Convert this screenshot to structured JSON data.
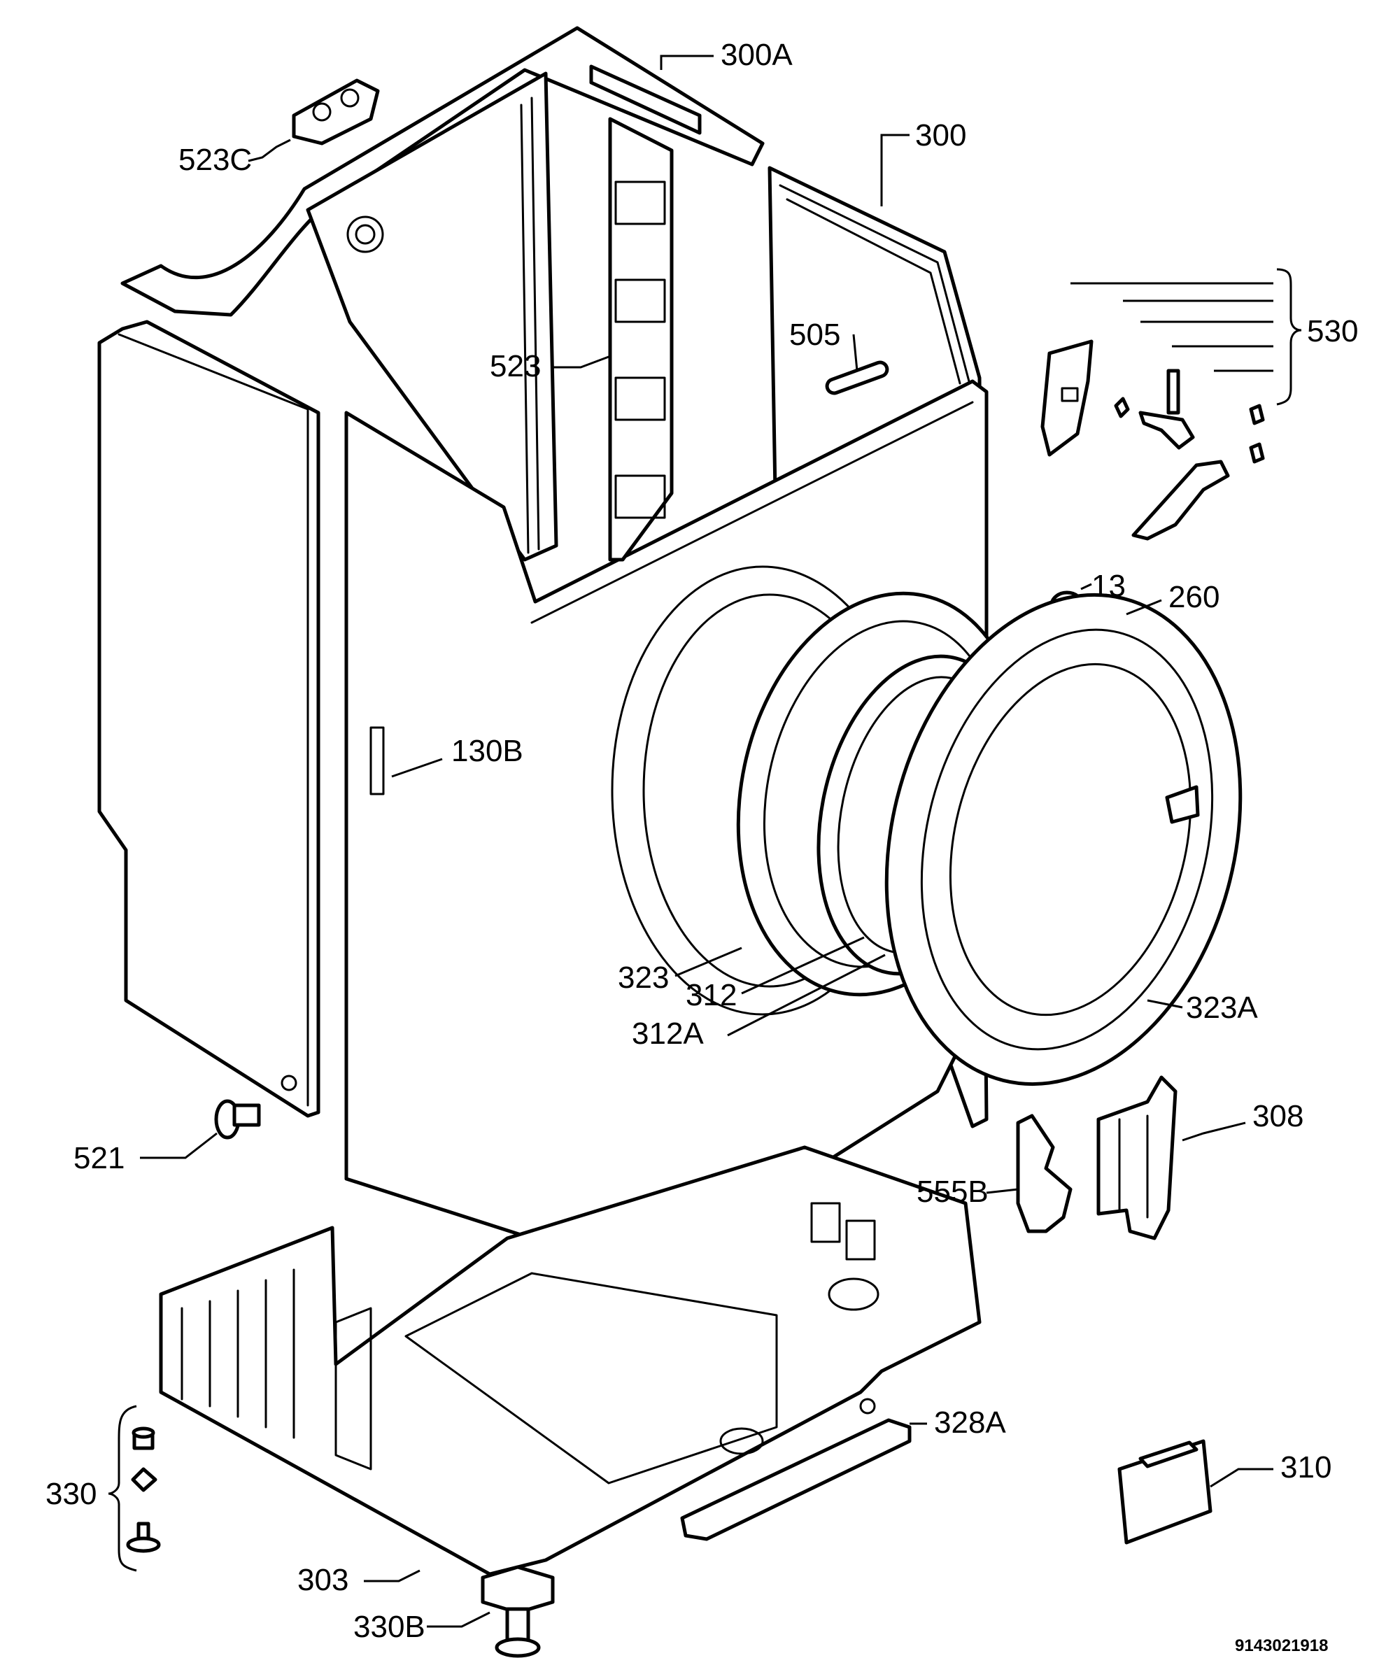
{
  "labels": {
    "l300A": "300A",
    "l300": "300",
    "l523C": "523C",
    "l505": "505",
    "l530": "530",
    "l523": "523",
    "l13": "13",
    "l260": "260",
    "l130B": "130B",
    "l323": "323",
    "l312": "312",
    "l312A": "312A",
    "l323A": "323A",
    "l308": "308",
    "l521": "521",
    "l555B": "555B",
    "l328A": "328A",
    "l310": "310",
    "l330": "330",
    "l303": "303",
    "l330B": "330B"
  },
  "drawing_code": "9143021918"
}
